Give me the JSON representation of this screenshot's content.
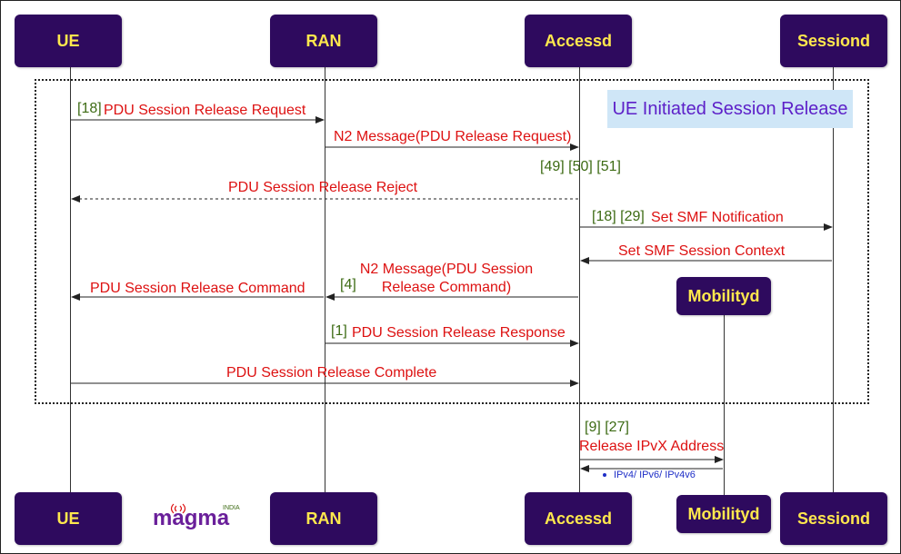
{
  "nodes": {
    "ue": "UE",
    "ran": "RAN",
    "accessd": "Accessd",
    "sessiond": "Sessiond",
    "mobilityd": "Mobilityd"
  },
  "scope_title": "UE Initiated Session Release",
  "messages": {
    "m1": {
      "ref": "[18]",
      "label": "PDU Session Release Request"
    },
    "m2": {
      "label": "N2 Message(PDU Release Request)"
    },
    "m2_refs": "[49] [50] [51]",
    "m3": {
      "label": "PDU Session Release Reject"
    },
    "m4": {
      "ref": "[18] [29]",
      "label": "Set SMF Notification"
    },
    "m5": {
      "label": "Set SMF Session Context"
    },
    "m6": {
      "ref": "[4]",
      "label_line1": "N2 Message(PDU Session",
      "label_line2": "Release Command)"
    },
    "m7": {
      "label": "PDU Session Release Command"
    },
    "m8": {
      "ref": "[1]",
      "label": "PDU Session Release Response"
    },
    "m9": {
      "label": "PDU Session Release Complete"
    },
    "m10": {
      "ref": "[9] [27]",
      "label": "Release IPvX Address"
    },
    "m11": {
      "note": "IPv4/ IPv6/ IPv4v6"
    }
  },
  "logo": {
    "text": "magma",
    "sub": "INDIA"
  },
  "colors": {
    "node_fill": "#2e0a5e",
    "node_text": "#ffe84d",
    "label": "#dd1111",
    "ref": "#3d6b14",
    "scope_title_bg": "#cfe6f7",
    "scope_title_text": "#5c1fc8"
  }
}
